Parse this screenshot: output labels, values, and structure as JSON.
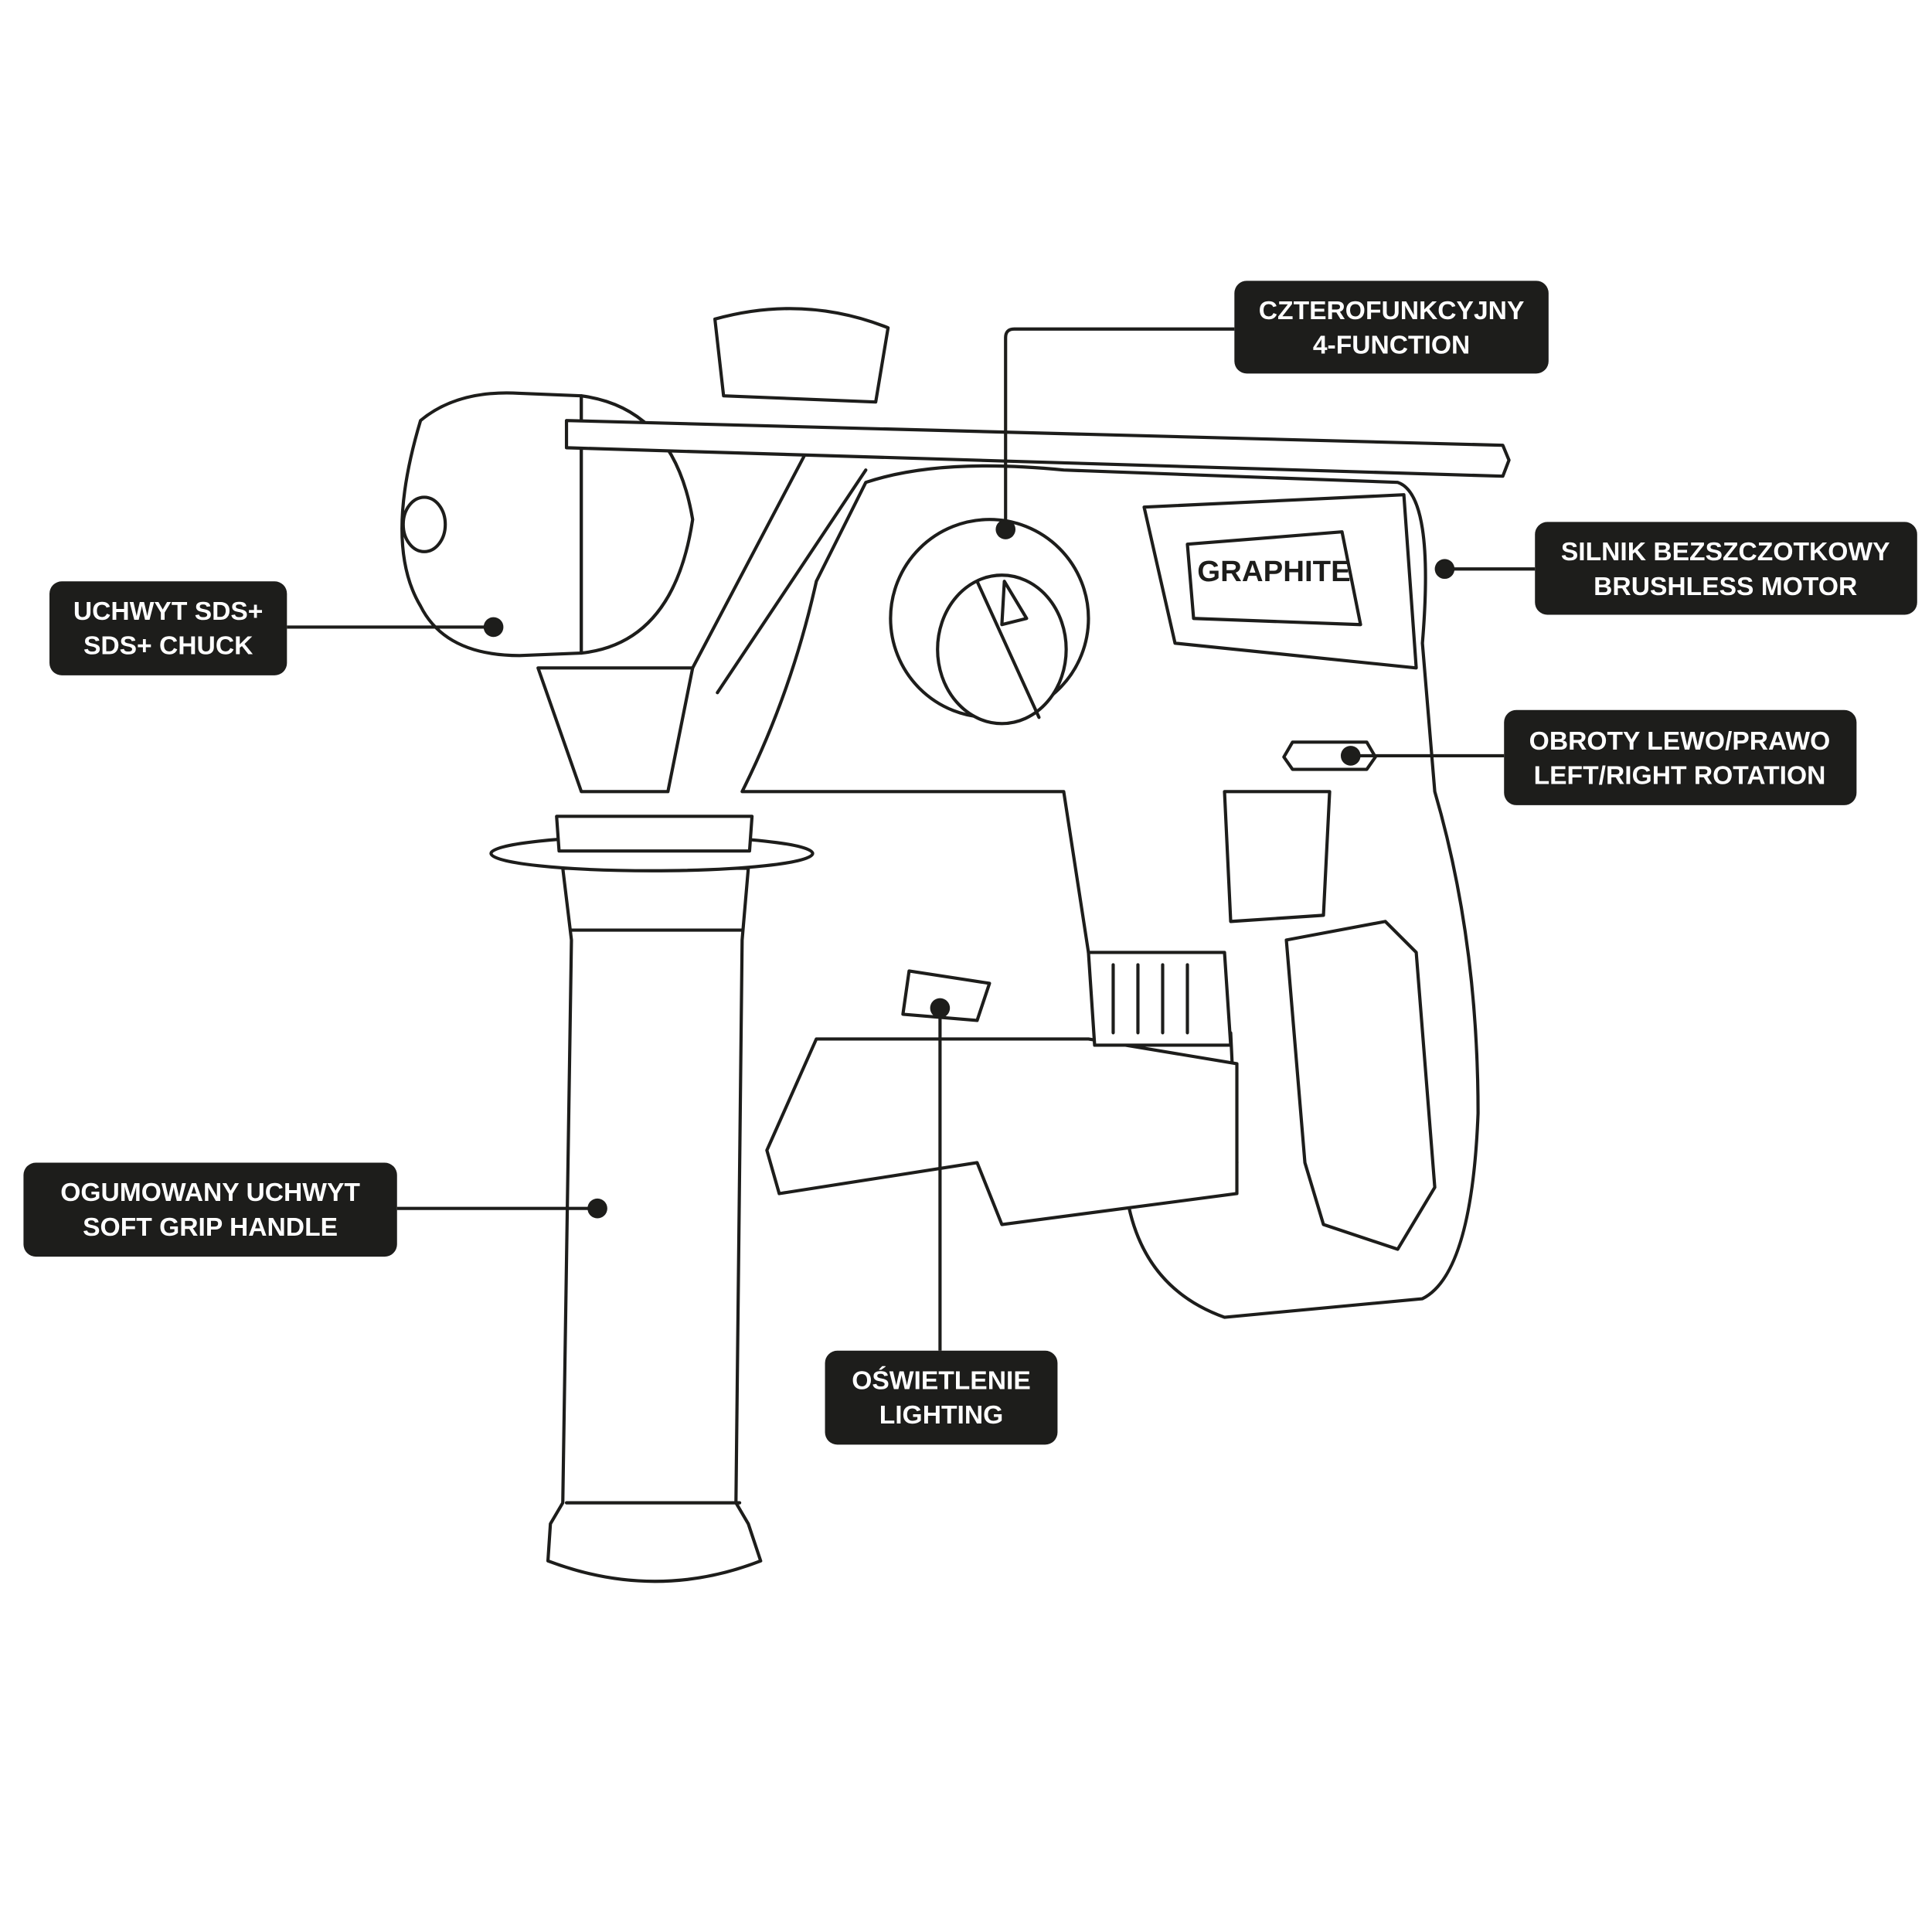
{
  "brand": "GRAPHITE",
  "callouts": {
    "function_mode": {
      "line1": "CZTEROFUNKCYJNY",
      "line2": "4-FUNCTION"
    },
    "motor": {
      "line1": "SILNIK BEZSZCZOTKOWY",
      "line2": "BRUSHLESS MOTOR"
    },
    "rotation": {
      "line1": "OBROTY LEWO/PRAWO",
      "line2": "LEFT/RIGHT ROTATION"
    },
    "chuck": {
      "line1": "UCHWYT SDS+",
      "line2": "SDS+ CHUCK"
    },
    "handle": {
      "line1": "OGUMOWANY UCHWYT",
      "line2": "SOFT GRIP HANDLE"
    },
    "lighting": {
      "line1": "OŚWIETLENIE",
      "line2": "LIGHTING"
    }
  },
  "colors": {
    "ink": "#1d1d1b",
    "background": "#ffffff"
  }
}
